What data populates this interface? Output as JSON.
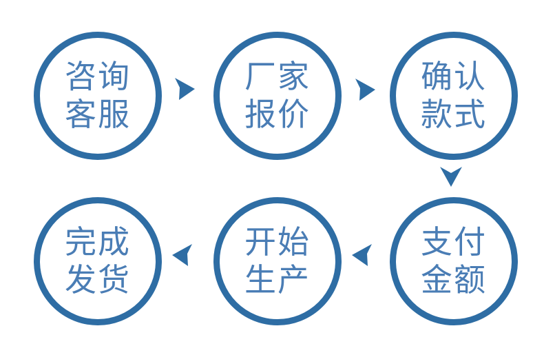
{
  "diagram": {
    "type": "process-flow",
    "colors": {
      "ring": "#2e6da4",
      "text": "#4a7db5",
      "arrow": "#2e6da4",
      "background": "#ffffff"
    },
    "steps": [
      {
        "line1": "咨询",
        "line2": "客服"
      },
      {
        "line1": "厂家",
        "line2": "报价"
      },
      {
        "line1": "确认",
        "line2": "款式"
      },
      {
        "line1": "支付",
        "line2": "金额"
      },
      {
        "line1": "开始",
        "line2": "生产"
      },
      {
        "line1": "完成",
        "line2": "发货"
      }
    ],
    "arrows": [
      {
        "direction": "right"
      },
      {
        "direction": "right"
      },
      {
        "direction": "down"
      },
      {
        "direction": "left"
      },
      {
        "direction": "left"
      }
    ]
  }
}
